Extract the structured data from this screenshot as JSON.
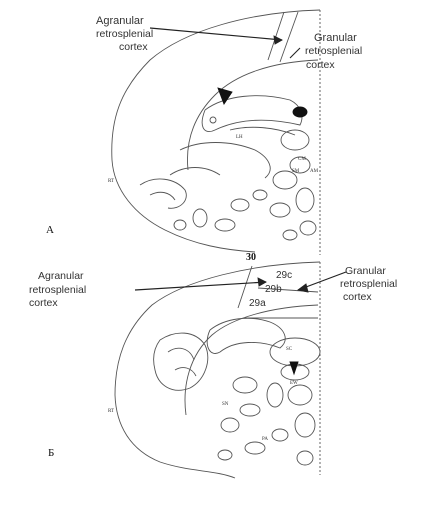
{
  "panel_a": {
    "letter": "A",
    "left_label": [
      "Agranular",
      "retrosplenial",
      "cortex"
    ],
    "right_label": [
      "Granular",
      "retrosplenial",
      "cortex"
    ]
  },
  "page_number": "30",
  "panel_b": {
    "letter": "Б",
    "left_label": [
      "Agranular",
      "retrosplenial",
      "cortex"
    ],
    "right_label": [
      "Granular",
      "retrosplenial",
      "cortex"
    ],
    "subregions": [
      "29c",
      "29b",
      "29a"
    ]
  }
}
